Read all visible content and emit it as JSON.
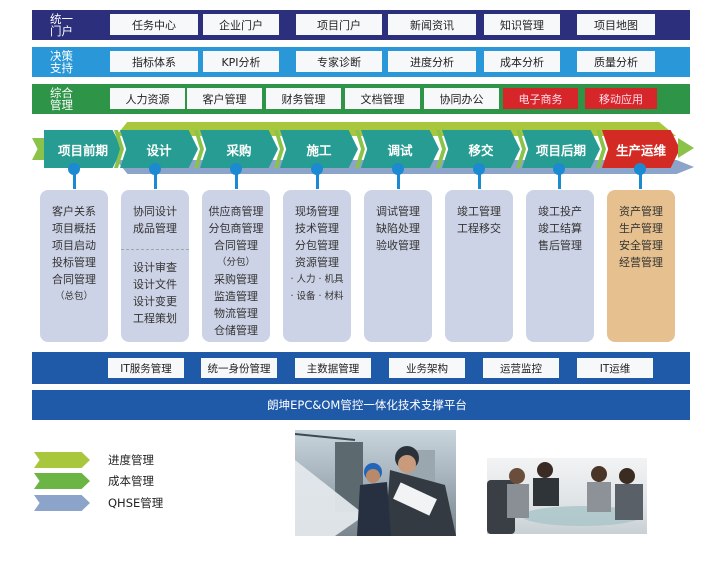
{
  "top_bands": [
    {
      "label_line1": "统一",
      "label_line2": "门户",
      "color": "#2b2f7c",
      "items": [
        "任务中心",
        "企业门户",
        "项目门户",
        "新闻资讯",
        "知识管理",
        "项目地图"
      ]
    },
    {
      "label_line1": "决策",
      "label_line2": "支持",
      "color": "#2a98d8",
      "items": [
        "指标体系",
        "KPI分析",
        "专家诊断",
        "进度分析",
        "成本分析",
        "质量分析"
      ]
    },
    {
      "label_line1": "综合",
      "label_line2": "管理",
      "color": "#2e9448",
      "items": [
        "人力资源",
        "客户管理",
        "财务管理",
        "文档管理",
        "协同办公",
        "电子商务",
        "移动应用"
      ],
      "highlighted_items": [
        "电子商务",
        "移动应用"
      ]
    }
  ],
  "stages": [
    {
      "label": "项目前期",
      "modules": [
        "客户关系",
        "项目概括",
        "项目启动",
        "投标管理",
        "合同管理",
        "（总包）"
      ]
    },
    {
      "label": "设计",
      "modules_top": [
        "协同设计",
        "成品管理"
      ],
      "modules_bottom": [
        "设计审查",
        "设计文件",
        "设计变更",
        "工程策划"
      ]
    },
    {
      "label": "采购",
      "modules": [
        "供应商管理",
        "分包商管理",
        "合同管理",
        "（分包）",
        "采购管理",
        "监造管理",
        "物流管理",
        "仓储管理"
      ]
    },
    {
      "label": "施工",
      "modules": [
        "现场管理",
        "技术管理",
        "分包管理",
        "资源管理",
        "· 人力  · 机具",
        "· 设备  · 材料"
      ]
    },
    {
      "label": "调试",
      "modules": [
        "调试管理",
        "缺陷处理",
        "验收管理"
      ]
    },
    {
      "label": "移交",
      "modules": [
        "竣工管理",
        "工程移交"
      ]
    },
    {
      "label": "项目后期",
      "modules": [
        "竣工投产",
        "竣工结算",
        "售后管理"
      ]
    },
    {
      "label": "生产运维",
      "modules": [
        "资产管理",
        "生产管理",
        "安全管理",
        "经营管理"
      ],
      "highlight": true
    }
  ],
  "it_band": {
    "color": "#1f5aa8",
    "items": [
      "IT服务管理",
      "统一身份管理",
      "主数据管理",
      "业务架构",
      "运营监控",
      "IT运维"
    ]
  },
  "platform": {
    "title": "朗坤EPC&OM管控一体化技术支撑平台"
  },
  "legend": [
    {
      "label": "进度管理",
      "color": "#a9c73d"
    },
    {
      "label": "成本管理",
      "color": "#6bb545"
    },
    {
      "label": "QHSE管理",
      "color": "#8ca4c9"
    }
  ],
  "photos": [
    {
      "description": "construction-workers-with-blueprints"
    },
    {
      "description": "business-meeting"
    }
  ],
  "colors": {
    "stage_teal": "#279c92",
    "stage_red": "#d42a24",
    "card_gray": "#cdd3e6",
    "card_orange": "#e6c08e",
    "pin_blue": "#1c8ad2"
  }
}
